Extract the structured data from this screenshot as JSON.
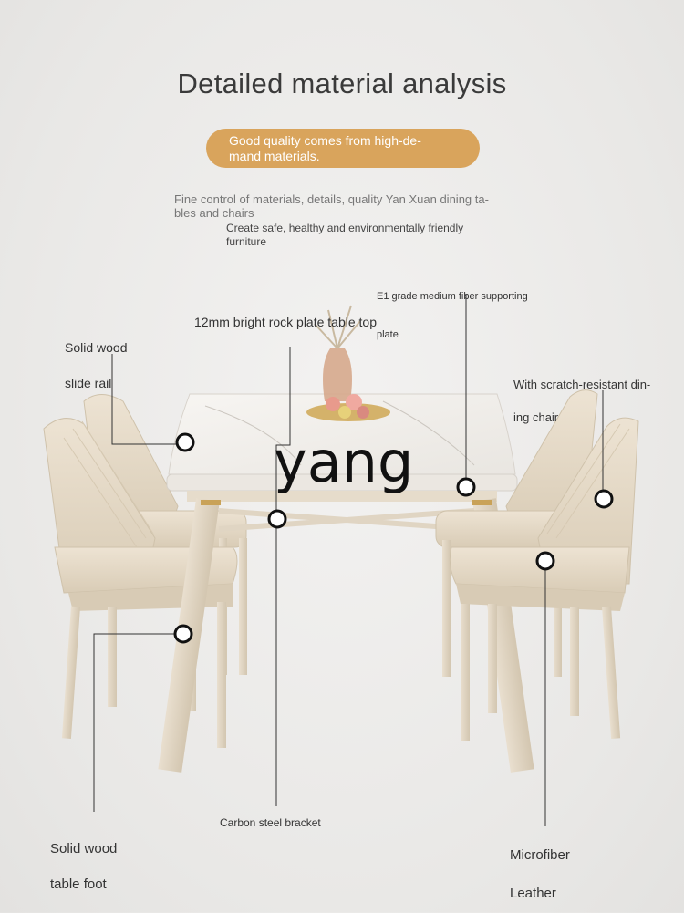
{
  "title": "Detailed material analysis",
  "pill": {
    "line1": "Good quality comes from high-de-",
    "line2": "mand materials."
  },
  "intro": {
    "line1": "Fine control of materials, details, quality Yan Xuan dining ta-",
    "line2": "bles and chairs",
    "line3": "Create safe, healthy and environmentally friendly",
    "line4": "furniture"
  },
  "labels": {
    "slide_rail": [
      "Solid wood",
      "slide rail"
    ],
    "rock_plate": "12mm bright rock plate table top",
    "fiber_plate": [
      "E1 grade medium fiber supporting",
      "plate"
    ],
    "scratch_chair": [
      "With scratch-resistant din-",
      "ing chair"
    ],
    "table_foot": [
      "Solid wood",
      "table foot"
    ],
    "bracket": "Carbon steel bracket",
    "microfiber": [
      "Microfiber",
      "Leather"
    ]
  },
  "watermark": "yang",
  "colors": {
    "accent": "#d9a45c",
    "furniture": "#e8dcc8",
    "gold": "#c9a258"
  }
}
